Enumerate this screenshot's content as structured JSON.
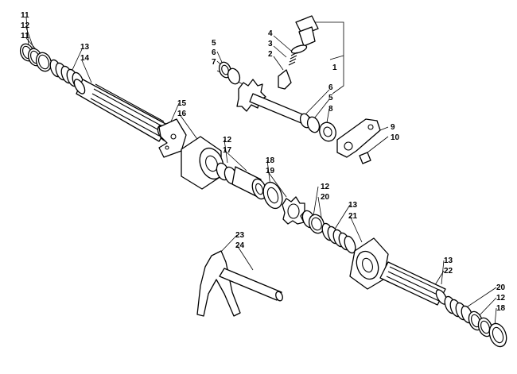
{
  "diagram": {
    "callouts": [
      {
        "id": "c11a",
        "text": "11"
      },
      {
        "id": "c12a",
        "text": "12"
      },
      {
        "id": "c11b",
        "text": "11"
      },
      {
        "id": "c13a",
        "text": "13"
      },
      {
        "id": "c14",
        "text": "14"
      },
      {
        "id": "c4",
        "text": "4"
      },
      {
        "id": "c3",
        "text": "3"
      },
      {
        "id": "c2",
        "text": "2"
      },
      {
        "id": "c1",
        "text": "1"
      },
      {
        "id": "c5a",
        "text": "5"
      },
      {
        "id": "c6a",
        "text": "6"
      },
      {
        "id": "c7",
        "text": "7"
      },
      {
        "id": "c6b",
        "text": "6"
      },
      {
        "id": "c5b",
        "text": "5"
      },
      {
        "id": "c8",
        "text": "8"
      },
      {
        "id": "c9",
        "text": "9"
      },
      {
        "id": "c10",
        "text": "10"
      },
      {
        "id": "c15",
        "text": "15"
      },
      {
        "id": "c16",
        "text": "16"
      },
      {
        "id": "c12b",
        "text": "12"
      },
      {
        "id": "c17",
        "text": "17"
      },
      {
        "id": "c18a",
        "text": "18"
      },
      {
        "id": "c19",
        "text": "19"
      },
      {
        "id": "c12c",
        "text": "12"
      },
      {
        "id": "c20a",
        "text": "20"
      },
      {
        "id": "c13b",
        "text": "13"
      },
      {
        "id": "c21",
        "text": "21"
      },
      {
        "id": "c23",
        "text": "23"
      },
      {
        "id": "c24",
        "text": "24"
      },
      {
        "id": "c13c",
        "text": "13"
      },
      {
        "id": "c22",
        "text": "22"
      },
      {
        "id": "c20b",
        "text": "20"
      },
      {
        "id": "c12d",
        "text": "12"
      },
      {
        "id": "c18b",
        "text": "18"
      }
    ]
  }
}
